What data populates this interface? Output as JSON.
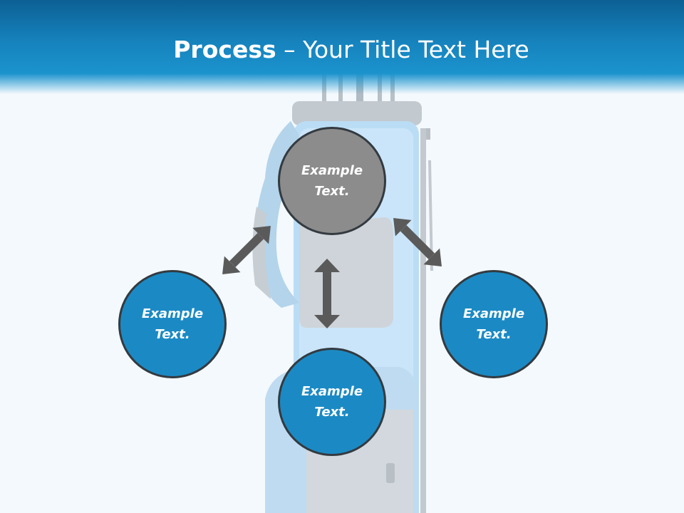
{
  "slide": {
    "title_bold": "Process",
    "title_rest": " – Your Title Text Here"
  },
  "nodes": {
    "top": {
      "label": "Example\nText.",
      "color": "#8c8c8c"
    },
    "left": {
      "label": "Example\nText.",
      "color": "#1b8ac4"
    },
    "center": {
      "label": "Example\nText.",
      "color": "#1b8ac4"
    },
    "right": {
      "label": "Example\nText.",
      "color": "#1b8ac4"
    }
  },
  "colors": {
    "header": "#1683bd",
    "arrow": "#5a5a5a",
    "node_border": "#333a40",
    "bag": "#8cc7f0"
  },
  "background_image": "golf-bag"
}
